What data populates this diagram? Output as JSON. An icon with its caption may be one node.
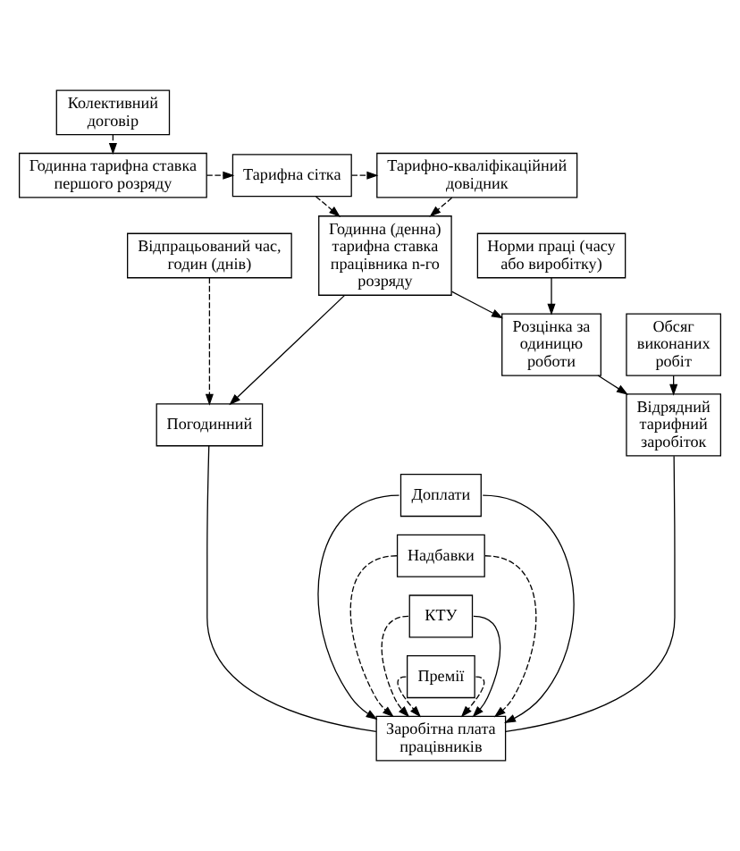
{
  "diagram": {
    "nodes": [
      {
        "text": [
          "Колективний договір"
        ]
      },
      {
        "text": [
          "Годинна тарифна ставка першого розряду"
        ]
      },
      {
        "text": [
          "Тарифна сітка"
        ]
      },
      {
        "text": [
          "Тарифно-кваліфікаційний довідник"
        ]
      },
      {
        "text": [
          "Відпрацьований час, годин (днів)"
        ]
      },
      {
        "text": [
          "Годинна (денна) тарифна ставка працівника n-го розряду"
        ]
      },
      {
        "text": [
          "Норми праці (часу або виробітку)"
        ]
      },
      {
        "text": [
          "Розцінка за одиницю роботи"
        ]
      },
      {
        "text": [
          "Обсяг виконаних робіт"
        ]
      },
      {
        "text": [
          "Погодинний"
        ]
      },
      {
        "text": [
          "Відрядний тарифний заробіток"
        ]
      },
      {
        "text": [
          "Доплати"
        ]
      },
      {
        "text": [
          "Надбавки"
        ]
      },
      {
        "text": [
          "КТУ"
        ]
      },
      {
        "text": [
          "Премії"
        ]
      },
      {
        "text": [
          "Заробітна плата працівників"
        ]
      }
    ],
    "edges": [
      {
        "from": 0,
        "to": 1,
        "arrow": "to",
        "style": "dashed"
      },
      {
        "from": 1,
        "to": 2,
        "arrow": "to",
        "style": "dashed"
      },
      {
        "from": 2,
        "to": 3,
        "arrow": "to",
        "style": "dashed"
      },
      {
        "from": 2,
        "to": 5,
        "arrow": "to",
        "style": "dashed"
      },
      {
        "from": 3,
        "to": 5,
        "arrow": "to",
        "style": "dashed"
      },
      {
        "from": 4,
        "to": 9,
        "arrow": "to",
        "style": "dashed"
      },
      {
        "from": 5,
        "to": 9,
        "arrow": "to"
      },
      {
        "from": 5,
        "to": 7,
        "arrow": "to"
      },
      {
        "from": 6,
        "to": 7,
        "arrow": "to"
      },
      {
        "from": 7,
        "to": 10,
        "arrow": "to"
      },
      {
        "from": 8,
        "to": 10,
        "arrow": "to"
      },
      {
        "from": 9,
        "to": 15,
        "arrow": "none"
      },
      {
        "from": 11,
        "to": 15,
        "arrow": "to"
      },
      {
        "from": 12,
        "to": 15,
        "arrow": "to",
        "style": "dashed"
      },
      {
        "from": 13,
        "to": 15,
        "arrow": "to",
        "style": "dashed"
      },
      {
        "from": 14,
        "to": 15,
        "arrow": "to",
        "style": "dashed"
      },
      {
        "from": 14,
        "to": 15,
        "arrow": "to",
        "style": "dashed"
      },
      {
        "from": 13,
        "to": 15,
        "arrow": "to"
      },
      {
        "from": 12,
        "to": 15,
        "arrow": "to",
        "style": "dashed"
      },
      {
        "from": 11,
        "to": 15,
        "arrow": "to"
      },
      {
        "from": 10,
        "to": 15,
        "arrow": "none"
      }
    ]
  }
}
